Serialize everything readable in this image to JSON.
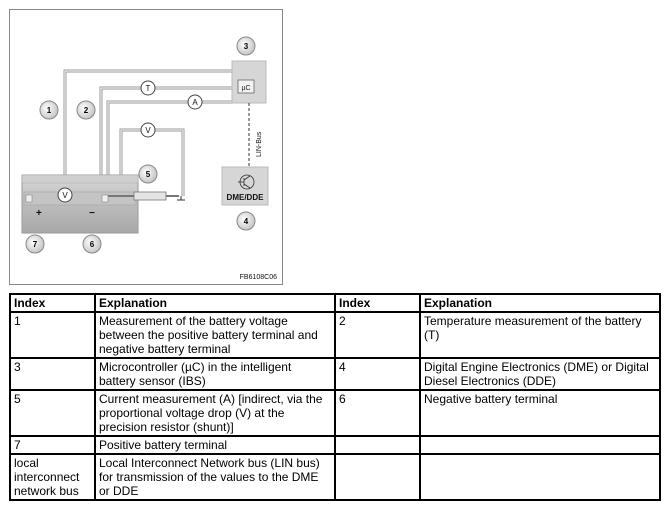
{
  "figure": {
    "callouts": [
      "1",
      "2",
      "3",
      "4",
      "5",
      "6",
      "7"
    ],
    "measure_labels": {
      "temperature": "T",
      "current": "A",
      "voltage": "V",
      "voltage_battery": "V"
    },
    "microcontroller_label": "µC",
    "bus_label": "LIN-Bus",
    "dme_label": "DME/DDE",
    "plus_sign": "+",
    "minus_sign": "−",
    "figure_code": "FB6108C06"
  },
  "table": {
    "headers": [
      "Index",
      "Explanation",
      "Index",
      "Explanation"
    ],
    "rows": [
      [
        "1",
        "Measurement of the battery voltage between the positive battery terminal and negative battery terminal",
        "2",
        "Temperature measurement of the battery (T)"
      ],
      [
        "3",
        "Microcontroller (µC) in the intelligent battery sensor (IBS)",
        "4",
        "Digital Engine Electronics (DME) or Digital Diesel Electronics (DDE)"
      ],
      [
        "5",
        "Current measurement (A) [indirect, via the proportional voltage drop (V) at the precision resistor (shunt)]",
        "6",
        "Negative battery terminal"
      ],
      [
        "7",
        "Positive battery terminal",
        "",
        ""
      ],
      [
        "local interconnect network bus",
        "Local Interconnect Network bus (LIN bus) for transmission of the values to the DME or DDE",
        "",
        ""
      ]
    ]
  }
}
